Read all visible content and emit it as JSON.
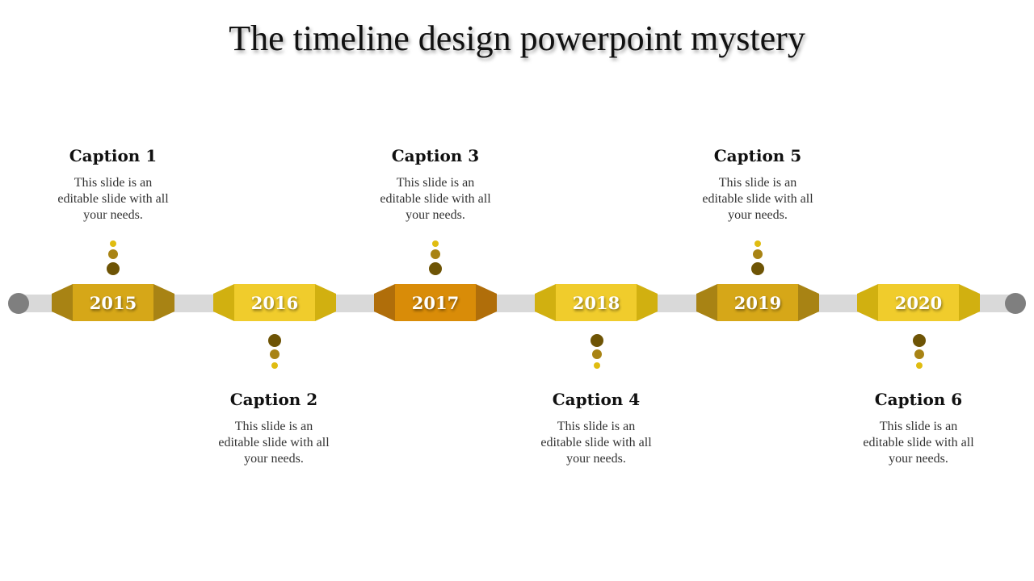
{
  "title": "The timeline design powerpoint mystery",
  "milestones": [
    {
      "year": "2015",
      "caption": "Caption 1",
      "text": "This slide is an editable slide with all your needs.",
      "position": "top",
      "colors": {
        "side": "#a88314",
        "center": "#d6a718"
      }
    },
    {
      "year": "2016",
      "caption": "Caption 2",
      "text": "This slide is an editable slide with all your needs.",
      "position": "bottom",
      "colors": {
        "side": "#d1b010",
        "center": "#f0cc2c"
      }
    },
    {
      "year": "2017",
      "caption": "Caption 3",
      "text": "This slide is an editable slide with all your needs.",
      "position": "top",
      "colors": {
        "side": "#b06e0a",
        "center": "#d98c08"
      }
    },
    {
      "year": "2018",
      "caption": "Caption 4",
      "text": "This slide is an editable slide with all your needs.",
      "position": "bottom",
      "colors": {
        "side": "#d1b010",
        "center": "#f0cc2c"
      }
    },
    {
      "year": "2019",
      "caption": "Caption 5",
      "text": "This slide is an editable slide with all your needs.",
      "position": "top",
      "colors": {
        "side": "#a88314",
        "center": "#d6a718"
      }
    },
    {
      "year": "2020",
      "caption": "Caption 6",
      "text": "This slide is an editable slide with all your needs.",
      "position": "bottom",
      "colors": {
        "side": "#d1b010",
        "center": "#f0cc2c"
      }
    }
  ],
  "dot_colors": {
    "large": "#6e5405",
    "medium": "#a88314",
    "small": "#e0bc10"
  },
  "track_color": "#d9d9d9",
  "endcap_color": "#7f7f7f"
}
